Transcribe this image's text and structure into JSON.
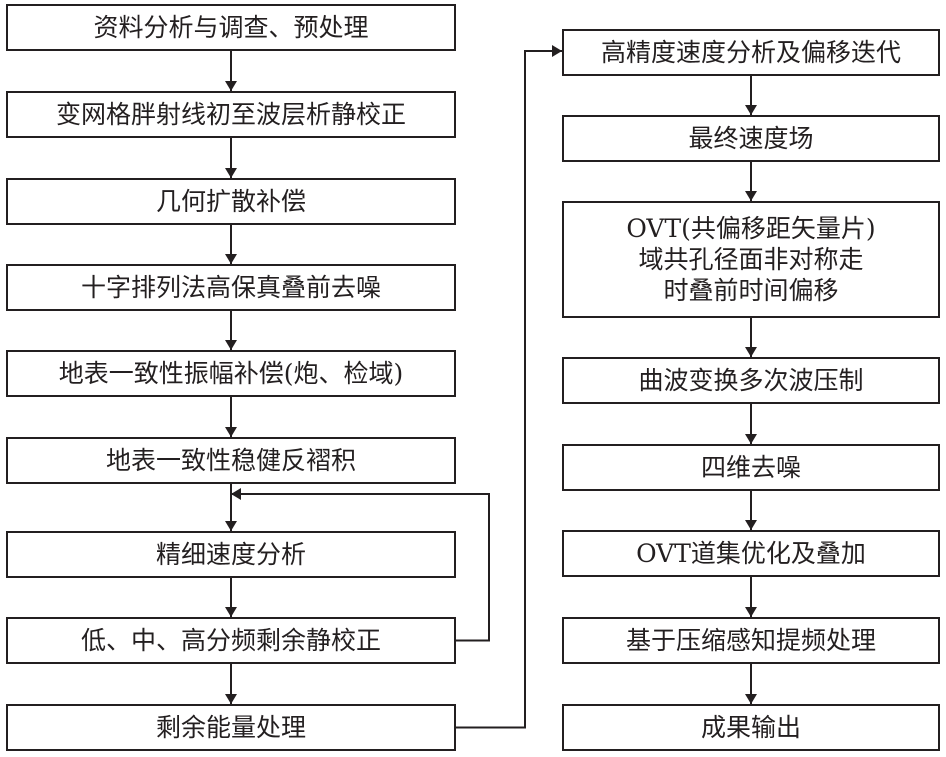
{
  "left_column": [
    {
      "id": "L1",
      "label": "资料分析与调查、预处理"
    },
    {
      "id": "L2",
      "label": "变网格胖射线初至波层析静校正"
    },
    {
      "id": "L3",
      "label": "几何扩散补偿"
    },
    {
      "id": "L4",
      "label": "十字排列法高保真叠前去噪"
    },
    {
      "id": "L5",
      "label": "地表一致性振幅补偿(炮、检域)"
    },
    {
      "id": "L6",
      "label": "地表一致性稳健反褶积"
    },
    {
      "id": "L7",
      "label": "精细速度分析"
    },
    {
      "id": "L8",
      "label": "低、中、高分频剩余静校正"
    },
    {
      "id": "L9",
      "label": "剩余能量处理"
    }
  ],
  "right_column": [
    {
      "id": "R1",
      "label": "高精度速度分析及偏移迭代"
    },
    {
      "id": "R2",
      "label": "最终速度场"
    },
    {
      "id": "R3",
      "label": "OVT(共偏移距矢量片)\n域共孔径面非对称走\n时叠前时间偏移"
    },
    {
      "id": "R4",
      "label": "曲波变换多次波压制"
    },
    {
      "id": "R5",
      "label": "四维去噪"
    },
    {
      "id": "R6",
      "label": "OVT道集优化及叠加"
    },
    {
      "id": "R7",
      "label": "基于压缩感知提频处理"
    },
    {
      "id": "R8",
      "label": "成果输出"
    }
  ],
  "flow": [
    [
      "L1",
      "L2"
    ],
    [
      "L2",
      "L3"
    ],
    [
      "L3",
      "L4"
    ],
    [
      "L4",
      "L5"
    ],
    [
      "L5",
      "L6"
    ],
    [
      "L6",
      "L7"
    ],
    [
      "L7",
      "L8"
    ],
    [
      "L8",
      "L9"
    ],
    [
      "L8",
      "L7"
    ],
    [
      "L9",
      "R1"
    ],
    [
      "R1",
      "R2"
    ],
    [
      "R2",
      "R3"
    ],
    [
      "R3",
      "R4"
    ],
    [
      "R4",
      "R5"
    ],
    [
      "R5",
      "R6"
    ],
    [
      "R6",
      "R7"
    ],
    [
      "R7",
      "R8"
    ]
  ]
}
